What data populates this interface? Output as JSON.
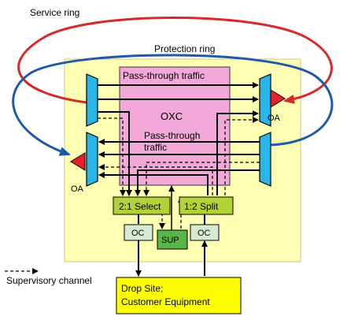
{
  "labels": {
    "service_ring": "Service ring",
    "protection_ring": "Protection ring",
    "pass_through_top": "Pass-through traffic",
    "oxc": "OXC",
    "pass_through_mid_1": "Pass-through",
    "pass_through_mid_2": "traffic",
    "oa_right": "OA",
    "oa_left": "OA",
    "select": "2:1 Select",
    "split": "1:2 Split",
    "oc_left": "OC",
    "oc_right": "OC",
    "sup": "SUP",
    "supervisory_channel": "Supervisory channel",
    "drop_site_line1": "Drop Site;",
    "drop_site_line2": "Customer Equipment"
  },
  "colors": {
    "service_ring": "#d42a2a",
    "protection_ring": "#1f5aa6",
    "node_area": "#ffffb3",
    "oxc": "#f2a8d8",
    "demux": "#29b5e8",
    "amplifier": "#e8202a",
    "select_split": "#b2d235",
    "oc": "#d6ecd2",
    "sup": "#59b548",
    "drop_site": "#ffff00"
  }
}
